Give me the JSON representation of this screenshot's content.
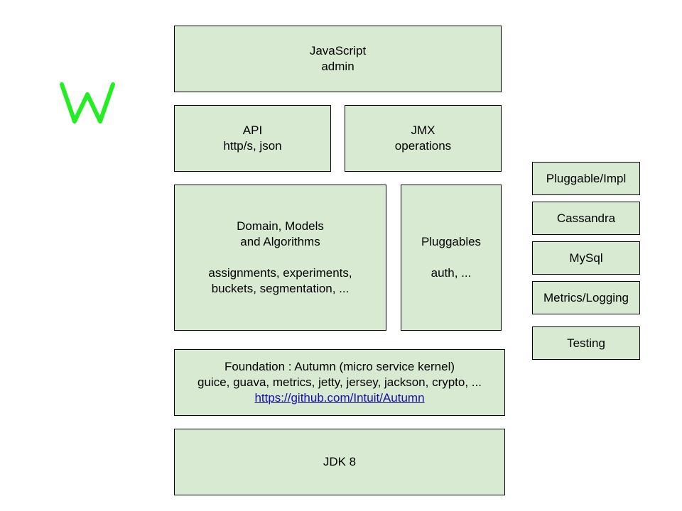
{
  "logo": {
    "letter": "W",
    "color": "#22ee22"
  },
  "colors": {
    "box_fill": "#d9ead3",
    "box_border": "#000000",
    "link": "#1a0dab"
  },
  "layers": {
    "javascript": {
      "title": "JavaScript",
      "subtitle": "admin"
    },
    "api": {
      "title": "API",
      "subtitle": "http/s, json"
    },
    "jmx": {
      "title": "JMX",
      "subtitle": "operations"
    },
    "domain": {
      "title_line1": "Domain, Models",
      "title_line2": "and Algorithms",
      "detail_line1": "assignments, experiments,",
      "detail_line2": "buckets, segmentation, ..."
    },
    "pluggables": {
      "title": "Pluggables",
      "detail": "auth, ..."
    },
    "foundation": {
      "title": "Foundation : Autumn (micro service kernel)",
      "libraries": "guice, guava, metrics, jetty, jersey, jackson, crypto, ...",
      "link": "https://github.com/Intuit/Autumn"
    },
    "jdk": {
      "title": "JDK 8"
    }
  },
  "side_modules": [
    "Pluggable/Impl",
    "Cassandra",
    "MySql",
    "Metrics/Logging",
    "Testing"
  ]
}
